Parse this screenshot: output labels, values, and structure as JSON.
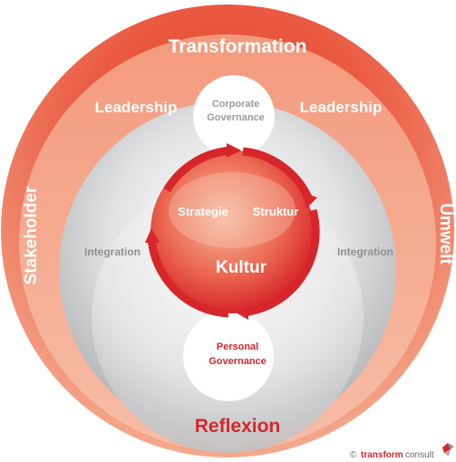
{
  "diagram": {
    "outer_ring_label": "Transformation",
    "left_side_label": "Stakeholder",
    "right_side_label": "Umwelt",
    "leadership_left": "Leadership",
    "leadership_right": "Leadership",
    "corporate_governance_line1": "Corporate",
    "corporate_governance_line2": "Governance",
    "integration_left": "Integration",
    "integration_right": "Integration",
    "core_left": "Strategie",
    "core_right": "Struktur",
    "core_center": "Kultur",
    "personal_governance_line1": "Personal",
    "personal_governance_line2": "Governance",
    "bottom_label": "Reflexion",
    "copyright_symbol": "©",
    "brand_primary": "transform",
    "brand_secondary": "consult"
  },
  "colors": {
    "red": "#d7262b",
    "light_red": "#f2a189",
    "gray": "#bdbec0",
    "light_gray": "#f1f1f1"
  },
  "icons": [
    "arrow-icon",
    "logo-mark-icon"
  ]
}
